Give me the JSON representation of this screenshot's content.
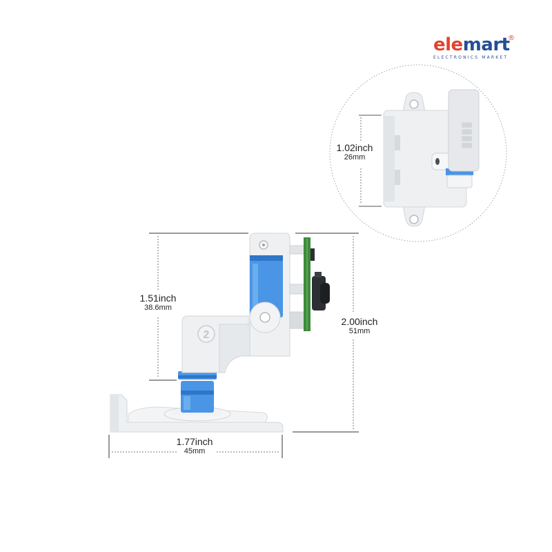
{
  "brand": {
    "name_part1": "ele",
    "name_part2": "mart",
    "registered_mark": "®",
    "tagline": "ELECTRONICS MARKET",
    "color_red": "#e2432d",
    "color_blue": "#244f97"
  },
  "inset": {
    "height_inch": "1.02inch",
    "height_mm": "26mm"
  },
  "main_view": {
    "pivot_height_inch": "1.51inch",
    "pivot_height_mm": "38.6mm",
    "total_height_inch": "2.00inch",
    "total_height_mm": "51mm",
    "base_width_inch": "1.77inch",
    "base_width_mm": "45mm",
    "joint_label": "2"
  },
  "colors": {
    "body_white": "#eef0f2",
    "accent_blue": "#4a95e6",
    "pcb_green": "#3e8a3c"
  }
}
